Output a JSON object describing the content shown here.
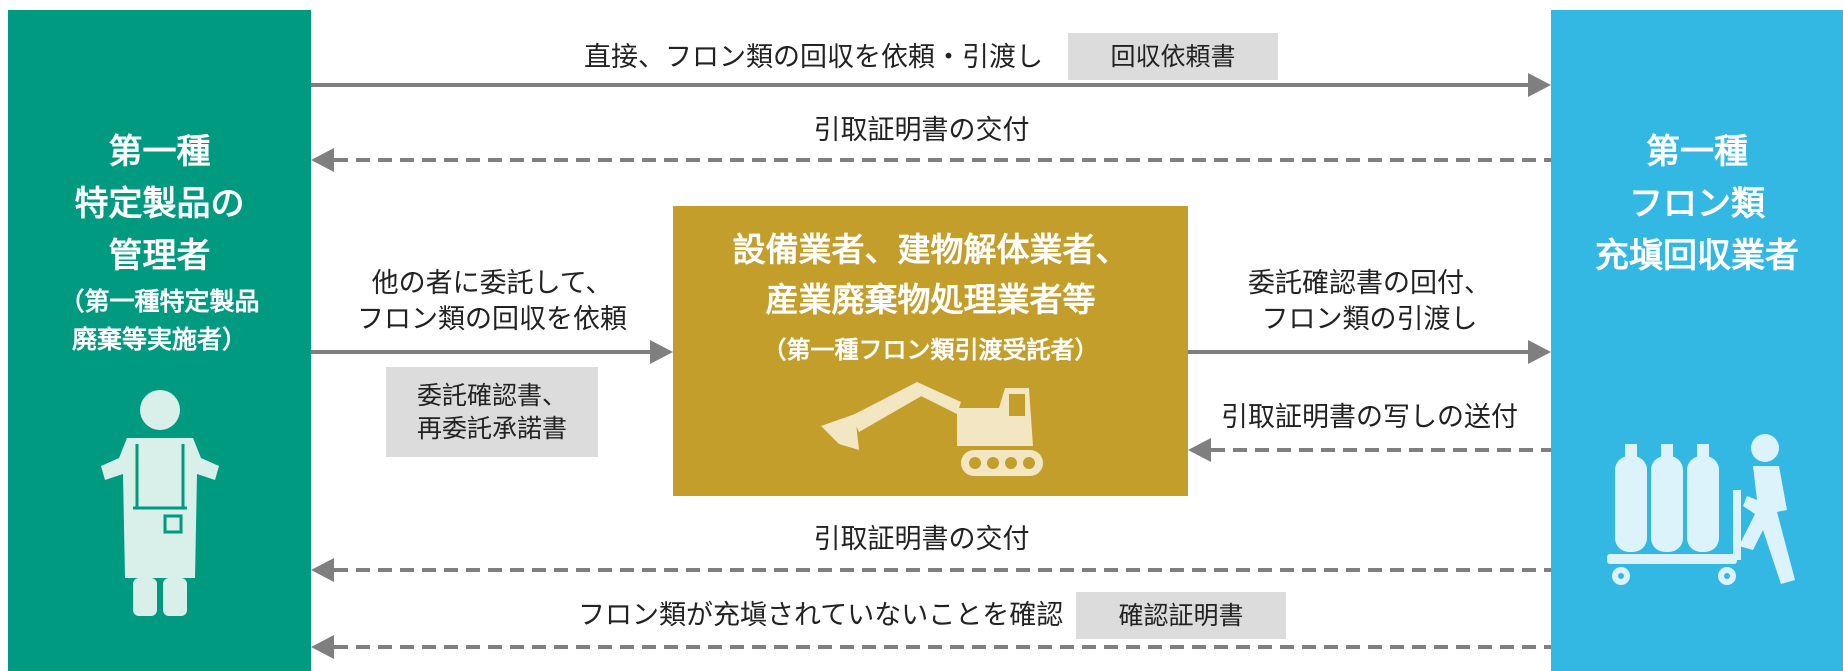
{
  "left_entity": {
    "title_lines": [
      "第一種",
      "特定製品の",
      "管理者"
    ],
    "sub_lines": [
      "（第一種特定製品",
      "廃棄等実施者）"
    ],
    "icon": "worker-apron-icon",
    "color": "#009a80"
  },
  "right_entity": {
    "title_lines": [
      "第一種",
      "フロン類",
      "充塡回収業者"
    ],
    "icon": "gas-cylinder-handcart-icon",
    "color": "#33b8e3"
  },
  "center_entity": {
    "title_lines": [
      "設備業者、建物解体業者、",
      "産業廃棄物処理業者等"
    ],
    "sub": "（第一種フロン類引渡受託者）",
    "icon": "excavator-icon",
    "color": "#c39e2b"
  },
  "flows": {
    "direct_request": {
      "label": "直接、フロン類の回収を依頼・引渡し",
      "document": "回収依頼書"
    },
    "certificate_top": {
      "label": "引取証明書の交付"
    },
    "entrust_request": {
      "label_lines": [
        "他の者に委託して、",
        "フロン類の回収を依頼"
      ],
      "document_lines": [
        "委託確認書、",
        "再委託承諾書"
      ]
    },
    "confirm_handover": {
      "label_lines": [
        "委託確認書の回付、",
        "フロン類の引渡し"
      ]
    },
    "copy_send": {
      "label": "引取証明書の写しの送付"
    },
    "certificate_bottom": {
      "label": "引取証明書の交付"
    },
    "not_filled": {
      "label": "フロン類が充塡されていないことを確認",
      "document": "確認証明書"
    }
  },
  "colors": {
    "arrow": "#7f7f7f",
    "doc_bg": "#dcdcdc"
  }
}
